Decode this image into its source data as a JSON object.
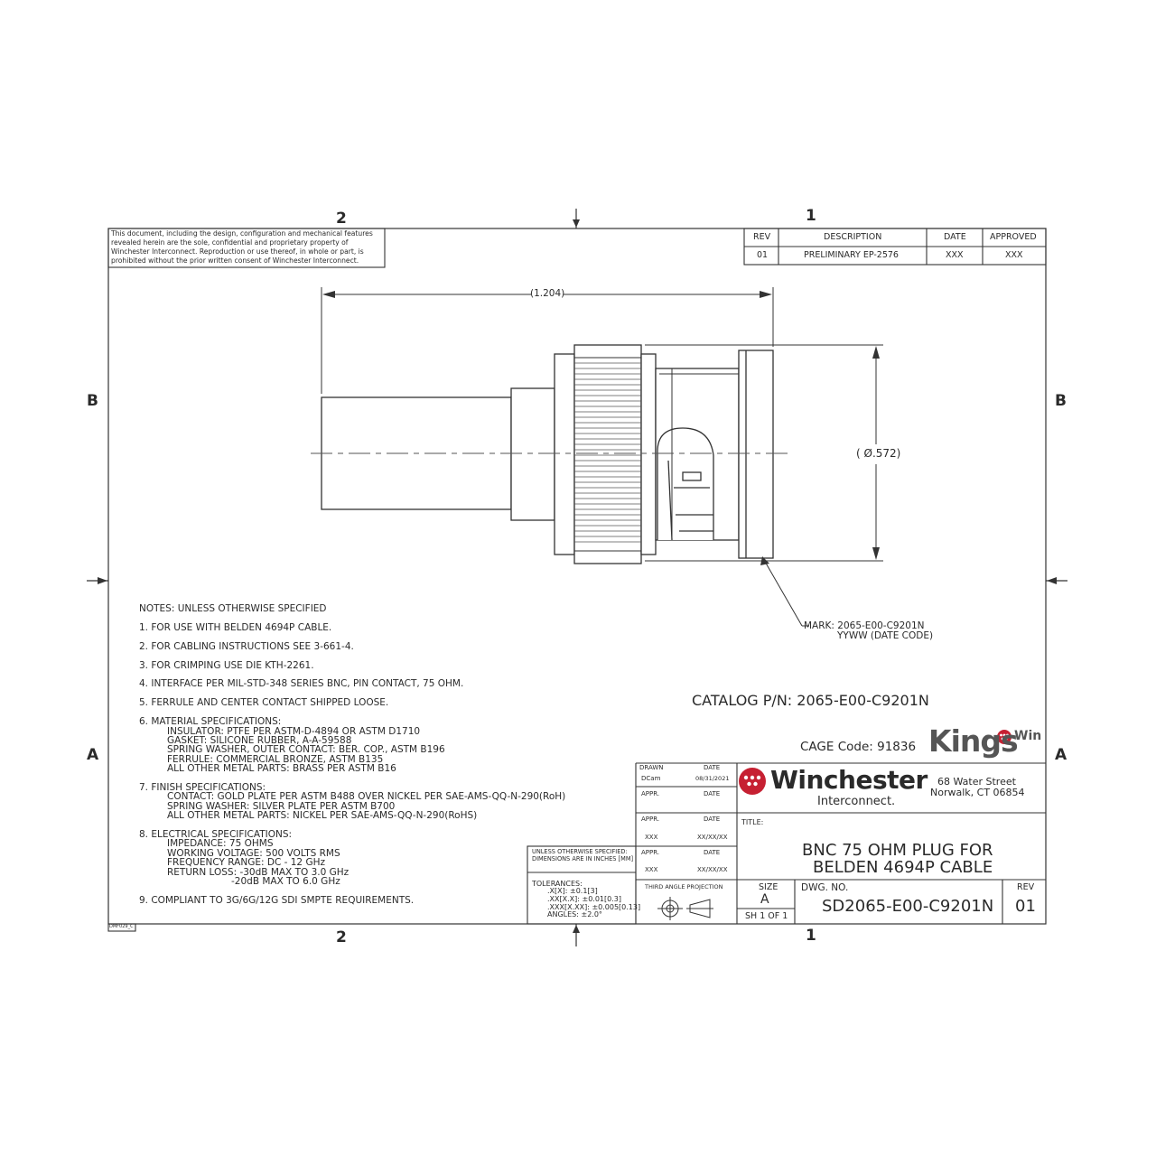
{
  "zones": {
    "top_2": "2",
    "top_1": "1",
    "bottom_2": "2",
    "bottom_1": "1",
    "left_b": "B",
    "right_b": "B",
    "left_a": "A",
    "right_a": "A"
  },
  "proprietary": [
    "This document, including the design, configuration and mechanical features",
    "revealed herein are the sole, confidential and proprietary property of",
    "Winchester Interconnect. Reproduction or use thereof, in whole or part, is",
    "prohibited without the prior written consent of Winchester Interconnect."
  ],
  "revision_block": {
    "headers": [
      "REV",
      "DESCRIPTION",
      "DATE",
      "APPROVED"
    ],
    "row": [
      "01",
      "PRELIMINARY  EP-2576",
      "XXX",
      "XXX"
    ]
  },
  "dimensions": {
    "length": "1.204",
    "diameter": "Ø.572"
  },
  "mark": [
    "MARK: 2065-E00-C9201N",
    "YYWW (DATE CODE)"
  ],
  "notes": {
    "heading": "NOTES: UNLESS OTHERWISE SPECIFIED",
    "items": [
      "1.  FOR USE WITH BELDEN 4694P CABLE.",
      "2.  FOR CABLING INSTRUCTIONS SEE 3-661-4.",
      "3.  FOR CRIMPING USE DIE KTH-2261.",
      "4.  INTERFACE PER MIL-STD-348 SERIES BNC, PIN CONTACT, 75 OHM.",
      "5.  FERRULE AND CENTER CONTACT SHIPPED LOOSE."
    ],
    "material": [
      "6.  MATERIAL SPECIFICATIONS:",
      "INSULATOR: PTFE PER ASTM-D-4894 OR ASTM D1710",
      "GASKET: SILICONE RUBBER, A-A-59588",
      "SPRING WASHER, OUTER CONTACT: BER. COP., ASTM B196",
      "FERRULE: COMMERCIAL BRONZE, ASTM B135",
      "ALL OTHER METAL PARTS: BRASS PER ASTM B16"
    ],
    "finish": [
      "7. FINISH SPECIFICATIONS:",
      "CONTACT: GOLD PLATE PER ASTM B488 OVER NICKEL PER SAE-AMS-QQ-N-290(RoH)",
      "SPRING WASHER:  SILVER PLATE PER ASTM B700",
      "ALL OTHER METAL PARTS:  NICKEL PER SAE-AMS-QQ-N-290(RoHS)"
    ],
    "electrical": [
      "8.  ELECTRICAL SPECIFICATIONS:",
      "IMPEDANCE: 75 OHMS",
      "WORKING VOLTAGE: 500 VOLTS RMS",
      "FREQUENCY RANGE: DC - 12 GHz",
      "RETURN LOSS: -30dB MAX TO 3.0 GHz",
      "-20dB MAX TO 6.0 GHz"
    ],
    "item9": "9.  COMPLIANT TO 3G/6G/12G SDI SMPTE REQUIREMENTS."
  },
  "catalog": "CATALOG P/N: 2065-E00-C9201N",
  "cage": "CAGE Code: 91836",
  "kings_logo": {
    "word": "Kings",
    "suffix": "Win"
  },
  "company": {
    "name": "Winchester",
    "sub": "Interconnect.",
    "address1": "68 Water Street",
    "address2": "Norwalk, CT 06854"
  },
  "approvals": {
    "drawn_label": "DRAWN",
    "date_label": "DATE",
    "drawn_by": "DCam",
    "drawn_date": "08/31/2021",
    "appr_label": "APPR.",
    "appr2_by": "XXX",
    "appr2_date": "XX/XX/XX",
    "appr3_by": "XXX",
    "appr3_date": "XX/XX/XX"
  },
  "unless": [
    "UNLESS OTHERWISE SPECIFIED:",
    "DIMENSIONS ARE IN INCHES [MM]"
  ],
  "tolerances": [
    "TOLERANCES:",
    ".X[X]:  ±0.1[3]",
    ".XX[X.X]:  ±0.01[0.3]",
    ".XXX[X.XX]:  ±0.005[0.13]",
    "ANGLES:  ±2.0°"
  ],
  "projection": "THIRD ANGLE PROJECTION",
  "title_label": "TITLE:",
  "title": [
    "BNC 75 OHM PLUG FOR",
    "BELDEN 4694P CABLE"
  ],
  "size_label": "SIZE",
  "size": "A",
  "sheet": "SH 1 OF 1",
  "dwg_label": "DWG.  NO.",
  "dwg_no": "SD2065-E00-C9201N",
  "rev_label": "REV",
  "rev": "01",
  "form_code": "DMF029_C",
  "colors": {
    "line": "#333333",
    "accent": "#c62032",
    "text": "#2a2a2a"
  }
}
